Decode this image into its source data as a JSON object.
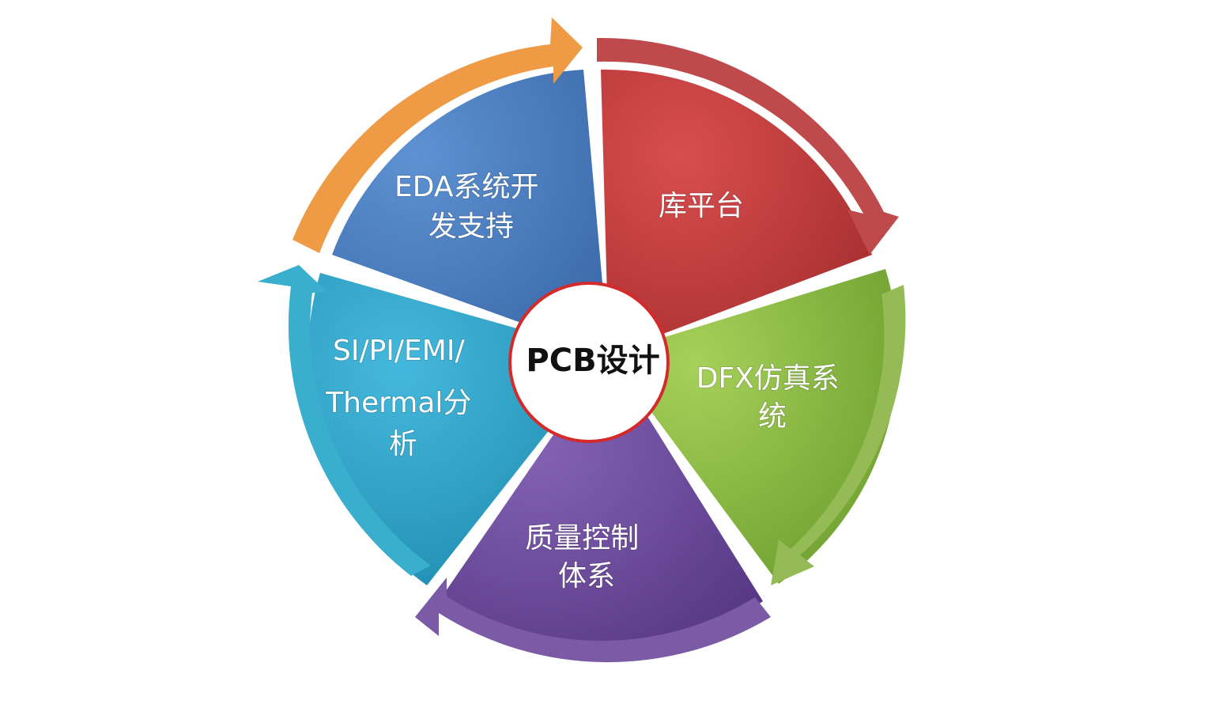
{
  "center": {
    "label": "PCB设计"
  },
  "segments": [
    {
      "id": "lib",
      "lines": [
        "库平台"
      ],
      "color": "#c0393b",
      "color_dark": "#8e2426",
      "arrow_color": "#bf4a4c"
    },
    {
      "id": "dfx",
      "lines": [
        "DFX仿真系",
        "统"
      ],
      "color": "#8fbd45",
      "color_dark": "#5e8a23",
      "arrow_color": "#94bb55"
    },
    {
      "id": "quality",
      "lines": [
        "质量控制",
        "体系"
      ],
      "color": "#6f4a9e",
      "color_dark": "#4a2f72",
      "arrow_color": "#7b5aa6"
    },
    {
      "id": "si",
      "lines": [
        "SI/PI/EMI/",
        "Thermal分",
        "析"
      ],
      "color": "#2aa3c9",
      "color_dark": "#167796",
      "arrow_color": "#3aaecd"
    },
    {
      "id": "eda",
      "lines": [
        "EDA系统开",
        "发支持"
      ],
      "color": "#4a7fc1",
      "color_dark": "#2f5c98",
      "arrow_color": "#ef9a45"
    }
  ]
}
